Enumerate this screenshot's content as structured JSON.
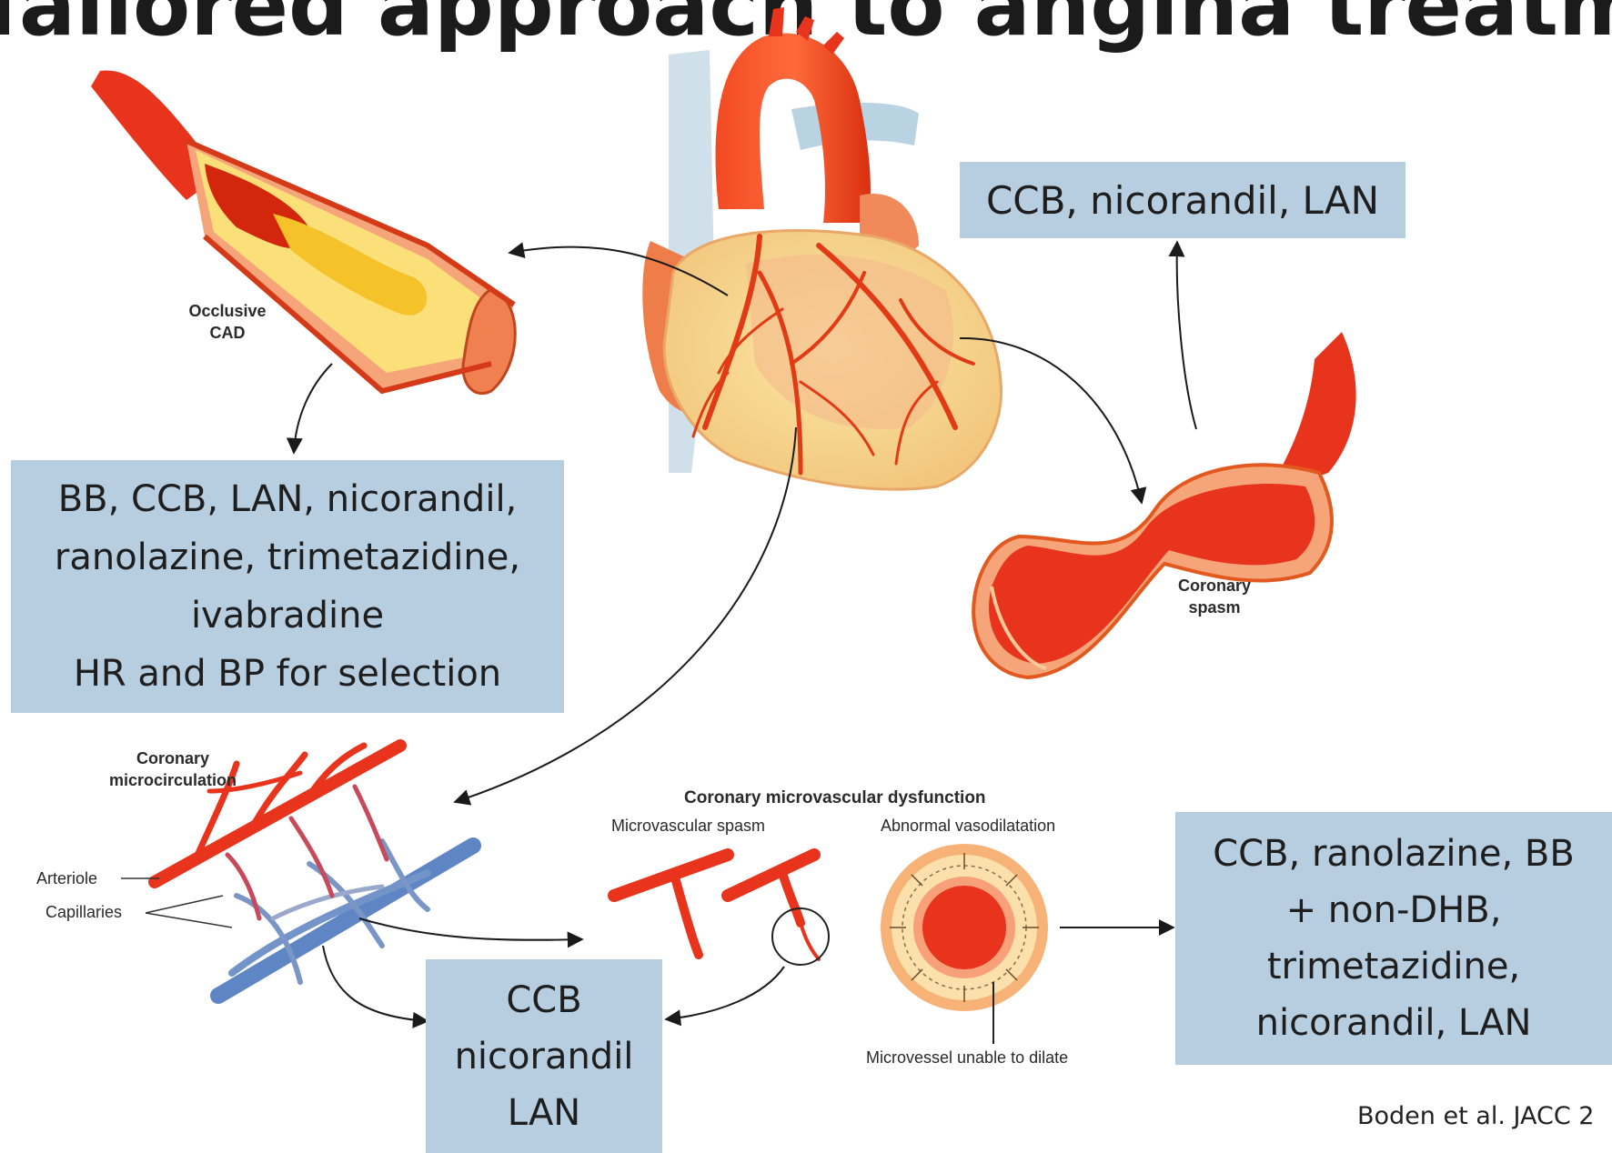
{
  "header": {
    "title_fragment": "Tailored approach to angina treatment"
  },
  "boxes": {
    "spasm_treatment": [
      "CCB, nicorandil, LAN"
    ],
    "occlusive_treatment": [
      "BB, CCB, LAN, nicorandil,",
      "ranolazine, trimetazidine,",
      "ivabradine",
      "HR and BP for selection"
    ],
    "micro_spasm_treatment": [
      "CCB",
      "nicorandil",
      "LAN"
    ],
    "vasodilation_treatment": [
      "CCB, ranolazine, BB",
      "+ non-DHB,",
      "trimetazidine,",
      "nicorandil, LAN"
    ]
  },
  "labels": {
    "occlusive_cad": [
      "Occlusive",
      "CAD"
    ],
    "coronary_spasm": [
      "Coronary",
      "spasm"
    ],
    "coronary_microcirculation": [
      "Coronary",
      "microcirculation"
    ],
    "arteriole": "Arteriole",
    "capillaries": "Capillaries",
    "cmd_title": "Coronary microvascular dysfunction",
    "microvascular_spasm": "Microvascular spasm",
    "abnormal_vasodilatation": "Abnormal vasodilatation",
    "microvessel_unable": "Microvessel unable to dilate"
  },
  "citation": "Boden et al. JACC 2",
  "colors": {
    "box_fill": "#b7cde0",
    "artery_red": "#e8341c",
    "plaque_yellow": "#f6d248",
    "vein_blue": "#5f86c4"
  }
}
